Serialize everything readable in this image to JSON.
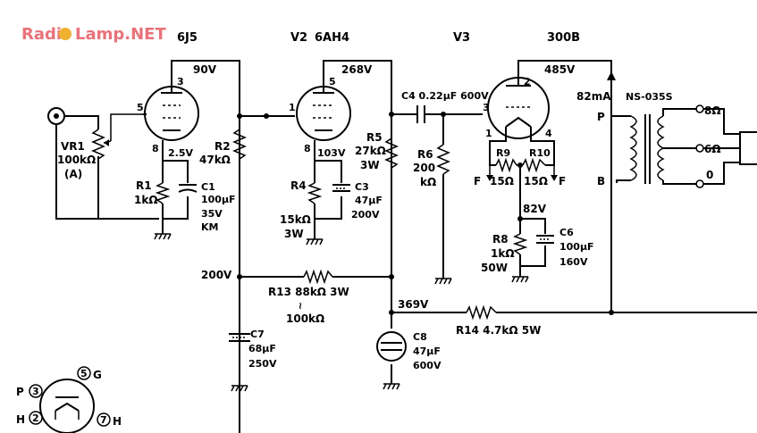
{
  "logo": {
    "left": "Radi",
    "right": "Lamp.NET",
    "color": "#e8727a"
  },
  "tubes": {
    "v1": {
      "type": "6J5",
      "v_plate": "90V",
      "v_cath": "2.5V",
      "pin_p": "3",
      "pin_g": "5",
      "pin_k": "8"
    },
    "v2": {
      "name": "V2",
      "type": "6AH4",
      "v_plate": "268V",
      "v_cath": "103V",
      "pin_p": "5",
      "pin_g": "1",
      "pin_k": "8"
    },
    "v3": {
      "name": "V3",
      "type": "300B",
      "v_plate": "485V",
      "current": "82mA",
      "pin_p": "2",
      "pin_g": "3",
      "pin_f1": "1",
      "pin_f2": "4"
    }
  },
  "components": {
    "vr1": {
      "name": "VR1",
      "value": "100kΩ",
      "taper": "(A)"
    },
    "r1": {
      "name": "R1",
      "value": "1kΩ"
    },
    "c1": {
      "name": "C1",
      "value": "100μF",
      "voltage": "35V",
      "note": "KM"
    },
    "r2": {
      "name": "R2",
      "value": "47kΩ"
    },
    "r4": {
      "name": "R4",
      "value": "15kΩ",
      "power": "3W"
    },
    "c3": {
      "name": "C3",
      "value": "47μF",
      "voltage": "200V"
    },
    "r5": {
      "name": "R5",
      "value": "27kΩ",
      "power": "3W"
    },
    "c4": {
      "label": "C4 0.22μF 600V"
    },
    "r6": {
      "name": "R6",
      "value": "200",
      "unit": "kΩ"
    },
    "r9": {
      "name": "R9",
      "value": "15Ω"
    },
    "r10": {
      "name": "R10",
      "value": "15Ω"
    },
    "f_left": "F",
    "f_right": "F",
    "v_bias": "82V",
    "r8": {
      "name": "R8",
      "value": "1kΩ",
      "power": "50W"
    },
    "c6": {
      "name": "C6",
      "value": "100μF",
      "voltage": "160V"
    },
    "r13": {
      "label": "R13 88kΩ 3W",
      "tilde": "≀",
      "parallel": "100kΩ"
    },
    "r14": {
      "label": "R14 4.7kΩ 5W"
    },
    "c7": {
      "name": "C7",
      "value": "68μF",
      "voltage": "250V"
    },
    "c8": {
      "name": "C8",
      "value": "47μF",
      "voltage": "600V"
    },
    "v200": "200V",
    "v369": "369V"
  },
  "transformer": {
    "model": "NS-035S",
    "p": "P",
    "b": "B",
    "tap8": "8Ω",
    "tap6": "6Ω",
    "tap0": "0"
  },
  "pinout": {
    "p": "P",
    "pin3": "3",
    "pin5": "5",
    "g": "G",
    "h1": "H",
    "pin2": "2",
    "pin7": "7",
    "h2": "H"
  }
}
